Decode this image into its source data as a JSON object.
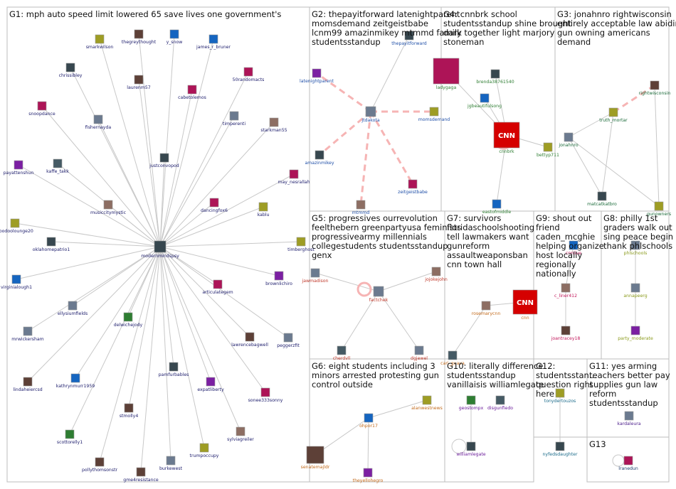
{
  "groups": [
    {
      "id": "G1",
      "title": "G1: mph auto speed limit lowered 65 save lives one government's"
    },
    {
      "id": "G2",
      "title_lines": [
        "G2: thepayitforward latenightparent",
        "momsdemand zeitgeistbabe",
        "lcnm99 amazinmikey mtmmd family",
        "studentsstandup"
      ]
    },
    {
      "id": "G4",
      "title_lines": [
        "G4: cnnbrk school",
        "studentsstandup shine brought",
        "dark together light marjory",
        "stoneman"
      ]
    },
    {
      "id": "G3",
      "title_lines": [
        "G3: jonahnro rightwisconsin",
        "entirely acceptable law abiding",
        "gun owning americans",
        "demand"
      ]
    },
    {
      "id": "G5",
      "title_lines": [
        "G5: progressives ourrevolution",
        "feelthebern greenpartyusa feminists",
        "progressivearmy millennials",
        "collegestudents studentsstandup",
        "genx"
      ]
    },
    {
      "id": "G7",
      "title_lines": [
        "G7: survivors",
        "floridaschoolshooting",
        "tell lawmakers want",
        "gunreform",
        "assaultweaponsban",
        "cnn town hall"
      ]
    },
    {
      "id": "G9",
      "title_lines": [
        "G9: shout out",
        "friend",
        "caden_mcghie",
        "helping organize",
        "host locally",
        "regionally",
        "nationally"
      ]
    },
    {
      "id": "G8",
      "title_lines": [
        "G8: philly 1st",
        "graders walk out",
        "sing peace begin",
        "thank phlschools"
      ]
    },
    {
      "id": "G6",
      "title_lines": [
        "G6: eight students including 3",
        "minors arrested protesting gun",
        "control outside"
      ]
    },
    {
      "id": "G10",
      "title_lines": [
        "G10: literally difference",
        "studentsstandup",
        "vanillaisis williamlegate"
      ]
    },
    {
      "id": "G12",
      "title_lines": [
        "G12:",
        "studentsstan...",
        "question right",
        "here"
      ]
    },
    {
      "id": "G11",
      "title_lines": [
        "G11: yes arming",
        "teachers better pay",
        "supplies gun law",
        "reform",
        "studentsstandup"
      ]
    },
    {
      "id": "G13",
      "title_lines": [
        "G13"
      ]
    }
  ],
  "nodes": {
    "G1": [
      "thegreythought",
      "y_snow",
      "smarkwilson",
      "james_r_bruner",
      "chrissibley",
      "laurenm57",
      "50randomacts",
      "cabetolemos",
      "snoopdance",
      "fishernayda",
      "timperenti",
      "starkman55",
      "kaffe_takk",
      "justconvopod",
      "payattenshun",
      "may_nesrallah",
      "musiccitymystic",
      "dancingfox6",
      "kablu",
      "voodoolounge20",
      "oklahomepatrio1",
      "modernmindspsy",
      "timberghost",
      "virginialough1",
      "brownlichiro",
      "articulategem",
      "ellysiumfields",
      "delwichejody",
      "mrwickersham",
      "lawrencebagwell",
      "peggerzfit",
      "lindaheiercsd",
      "kathrynmurr1959",
      "pamfurbables",
      "expatliberty",
      "sonee333sonny",
      "stmolly4",
      "scottorelly1",
      "sylviagreiler",
      "pollythomsonstr",
      "gme4resistance",
      "burkewest",
      "trumpoccupy"
    ],
    "G2": [
      "thepayitforward",
      "latenightparent",
      "jtdakota",
      "momsdemand",
      "amazinmikey",
      "zeitgeistbabe",
      "mtmmd"
    ],
    "G4": [
      "ladygaga",
      "brenda38761540",
      "jgbeautifulsong",
      "cnnbrk",
      "bettyp711",
      "eastofmiddle"
    ],
    "G3": [
      "rightwisconsin",
      "truth_mortar",
      "jonahnro",
      "matcatkatbro",
      "gunowners"
    ],
    "G5": [
      "jawmadison",
      "jojokejohn",
      "factchek",
      "dgjewel",
      "cherdvll"
    ],
    "G7": [
      "rosemarycnn",
      "cnn",
      "cari_guava"
    ],
    "G9": [
      "cnnlive",
      "c_liner412",
      "joantracey18"
    ],
    "G8": [
      "phlschools",
      "annapeerg",
      "party_moderate"
    ],
    "G6": [
      "ohpor17",
      "alanwestnews",
      "senatemajldr",
      "theyellohegro"
    ],
    "G10": [
      "geostompx",
      "disgunfiedo",
      "williamlegate"
    ],
    "G12": [
      "tonydertouzos",
      "nyfedsdaughter"
    ],
    "G11": [
      "kardaleura"
    ],
    "G13": [
      "lranedun"
    ]
  },
  "colors": {
    "G1": "#1b1b6b",
    "G2": "#1f4fa8",
    "G4": "#2e7d32",
    "G3": "#1b6b3a",
    "G5": "#c0392b",
    "G7": "#c26a1b",
    "G9": "#c2185b",
    "G8": "#8a9a1b",
    "G6": "#c26a1b",
    "G10": "#6a1b9a",
    "G12": "#1b6b8a",
    "G11": "#4a1b8a",
    "G13": "#1b3b6b",
    "strong_edge": "#f6b4b4",
    "edge": "#c8c8c8",
    "border": "#bdbdbd"
  }
}
